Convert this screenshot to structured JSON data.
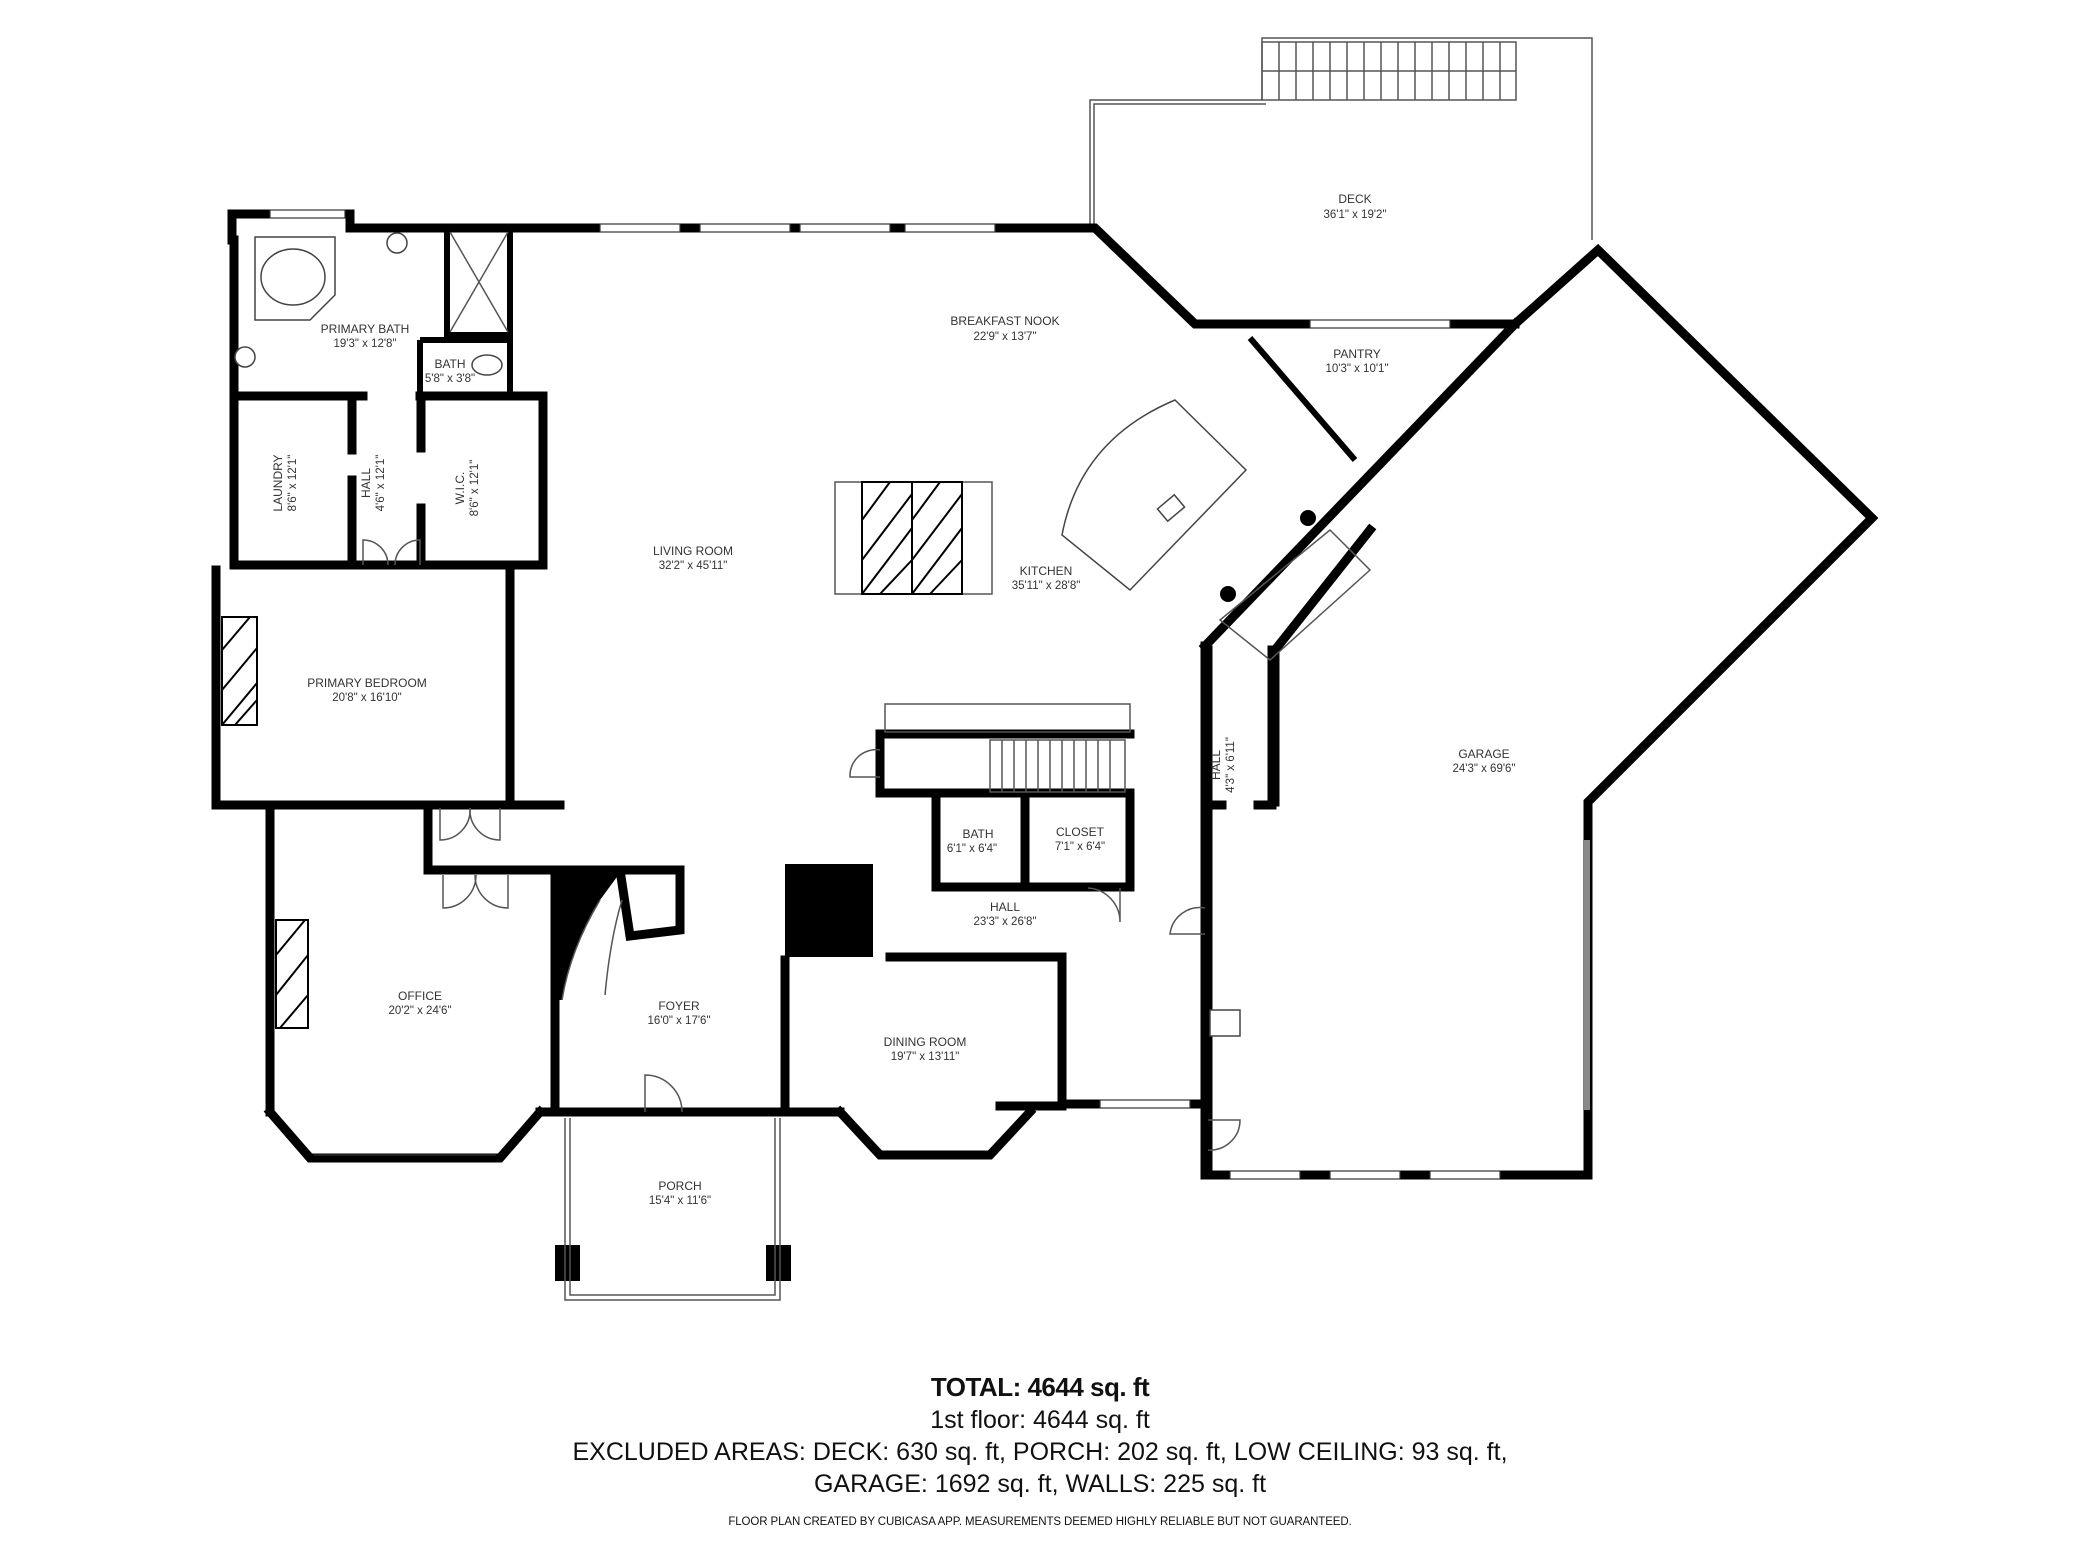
{
  "plan": {
    "rooms": [
      {
        "name": "DECK",
        "dims": "36'1\" x 19'2\""
      },
      {
        "name": "BREAKFAST NOOK",
        "dims": "22'9\" x 13'7\""
      },
      {
        "name": "PANTRY",
        "dims": "10'3\" x 10'1\""
      },
      {
        "name": "PRIMARY BATH",
        "dims": "19'3\" x 12'8\""
      },
      {
        "name": "BATH",
        "dims": "5'8\" x 3'8\""
      },
      {
        "name": "LAUNDRY",
        "dims": "8'6\" x 12'1\""
      },
      {
        "name": "HALL",
        "dims": "4'6\" x 12'1\""
      },
      {
        "name": "W.I.C.",
        "dims": "8'6\" x 12'1\""
      },
      {
        "name": "LIVING ROOM",
        "dims": "32'2\" x 45'11\""
      },
      {
        "name": "KITCHEN",
        "dims": "35'11\" x 28'8\""
      },
      {
        "name": "PRIMARY BEDROOM",
        "dims": "20'8\" x 16'10\""
      },
      {
        "name": "HALL",
        "dims": "4'3\" x 6'11\""
      },
      {
        "name": "GARAGE",
        "dims": "24'3\" x 69'6\""
      },
      {
        "name": "BATH",
        "dims": "6'1\" x 6'4\""
      },
      {
        "name": "CLOSET",
        "dims": "7'1\" x 6'4\""
      },
      {
        "name": "HALL",
        "dims": "23'3\" x 26'8\""
      },
      {
        "name": "OFFICE",
        "dims": "20'2\" x 24'6\""
      },
      {
        "name": "FOYER",
        "dims": "16'0\" x 17'6\""
      },
      {
        "name": "DINING ROOM",
        "dims": "19'7\" x 13'11\""
      },
      {
        "name": "PORCH",
        "dims": "15'4\" x 11'6\""
      }
    ]
  },
  "summary": {
    "total": "TOTAL: 4644 sq. ft",
    "floor": "1st floor: 4644 sq. ft",
    "excluded_line1": "EXCLUDED AREAS: DECK: 630 sq. ft, PORCH: 202 sq. ft, LOW CEILING: 93 sq. ft,",
    "excluded_line2": "GARAGE: 1692 sq. ft, WALLS: 225 sq. ft",
    "disclaimer": "FLOOR PLAN CREATED BY CUBICASA APP. MEASUREMENTS DEEMED HIGHLY RELIABLE BUT NOT GUARANTEED."
  }
}
